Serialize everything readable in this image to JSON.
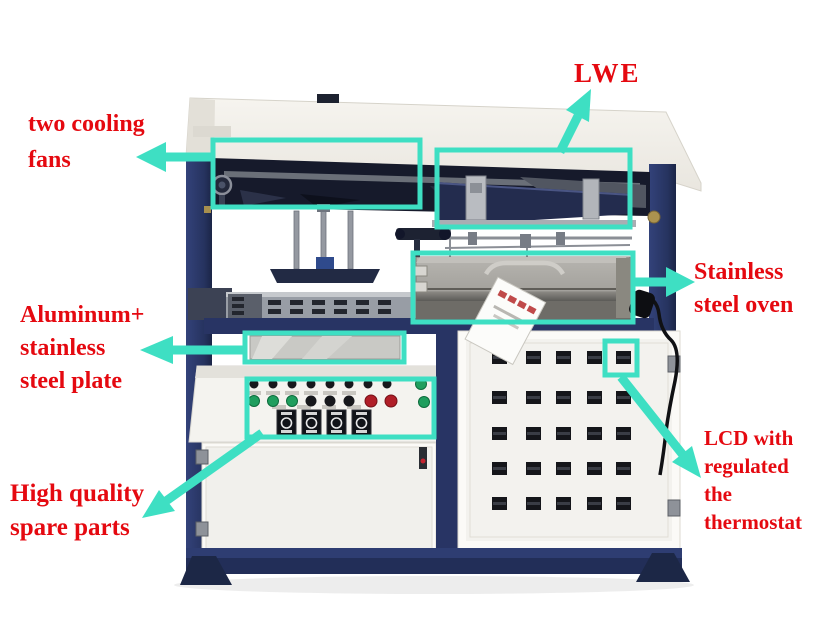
{
  "colors": {
    "accent_cyan": "#3EDFC3",
    "label_red": "#E50910",
    "frame_navy": "#2B3A6E"
  },
  "annotations": {
    "cooling_fans": {
      "line1": "two cooling",
      "line2": "fans"
    },
    "lwe": {
      "line1": "LWE"
    },
    "oven": {
      "line1": "Stainless",
      "line2": "steel oven"
    },
    "plate": {
      "line1": "Aluminum+",
      "line2": "stainless",
      "line3": "steel plate"
    },
    "spare_parts": {
      "line1": "High quality",
      "line2": "spare parts"
    },
    "lcd": {
      "line1": "LCD with",
      "line2": "regulated",
      "line3": "the",
      "line4": "thermostat"
    }
  }
}
